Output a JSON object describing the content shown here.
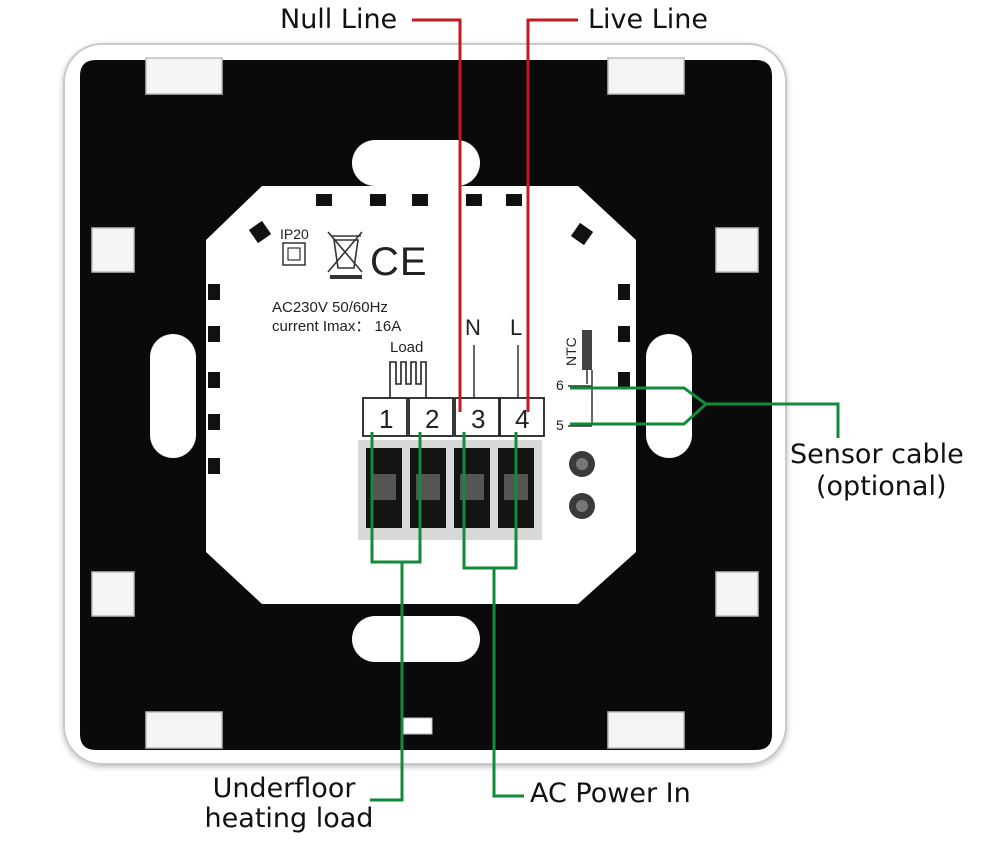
{
  "labels": {
    "null_line": "Null Line",
    "live_line": "Live Line",
    "sensor_cable": "Sensor cable",
    "sensor_optional": "(optional)",
    "underfloor_1": "Underfloor",
    "underfloor_2": "heating load",
    "ac_power_in": "AC Power In"
  },
  "unit": {
    "ip_rating": "IP20",
    "ce_mark": "CE",
    "voltage": "AC230V 50/60Hz",
    "current": "current Imax： 16A",
    "load_label": "Load",
    "neutral_label": "N",
    "live_label": "L",
    "ntc_label": "NTC",
    "terminals": [
      "1",
      "2",
      "3",
      "4"
    ],
    "sensor_pins": [
      "6",
      "5"
    ]
  },
  "colors": {
    "null_live_wire": "#c41824",
    "connection_wire": "#128a3a",
    "plate": "#0a0a0a",
    "frame": "#ffffff",
    "module": "#ffffff"
  },
  "icons": [
    "ip20-square-icon",
    "weee-bin-icon",
    "ce-mark-icon",
    "heating-coil-icon"
  ]
}
